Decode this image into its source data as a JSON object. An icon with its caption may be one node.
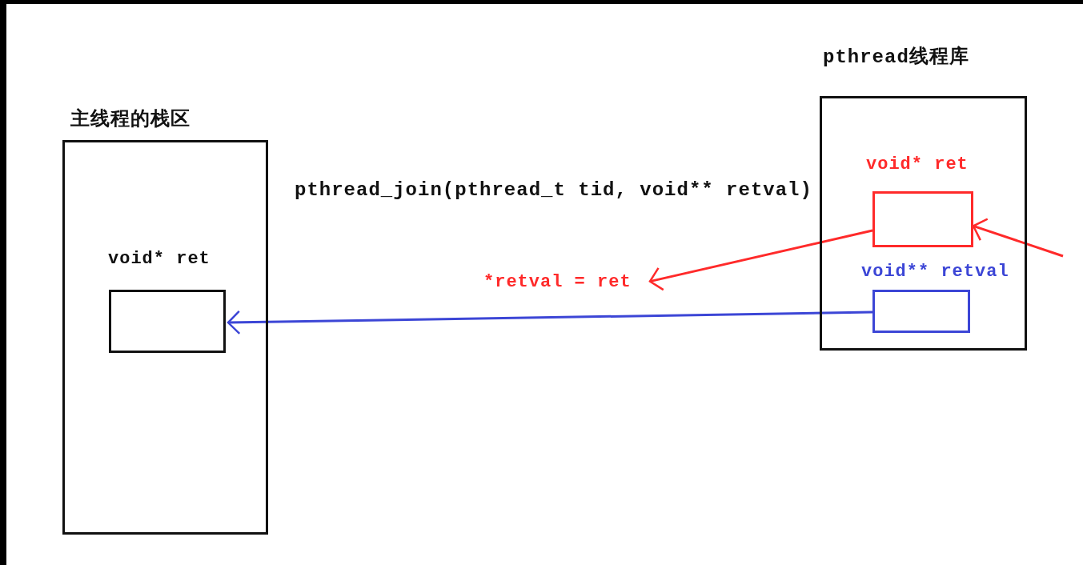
{
  "diagram": {
    "nodes": [
      {
        "text": [
          "主线程的栈区"
        ]
      },
      {
        "text": [
          "void* ret"
        ],
        "in": 0
      },
      {
        "text": [
          "pthread线程库"
        ]
      },
      {
        "text": [
          "void* ret"
        ],
        "in": 2
      },
      {
        "text": [
          "void** retval"
        ],
        "in": 2
      },
      {
        "text": [
          "*retval = ret"
        ]
      }
    ],
    "edges": [
      {
        "from": 3,
        "to": 5,
        "arrow": "to",
        "color": "#ff2a2a"
      },
      {
        "from": null,
        "to": 3,
        "arrow": "to",
        "color": "#ff2a2a"
      },
      {
        "from": 4,
        "to": 1,
        "arrow": "to",
        "color": "#3c46d6"
      }
    ],
    "labels": [
      "pthread_join(pthread_t tid, void** retval)"
    ]
  }
}
